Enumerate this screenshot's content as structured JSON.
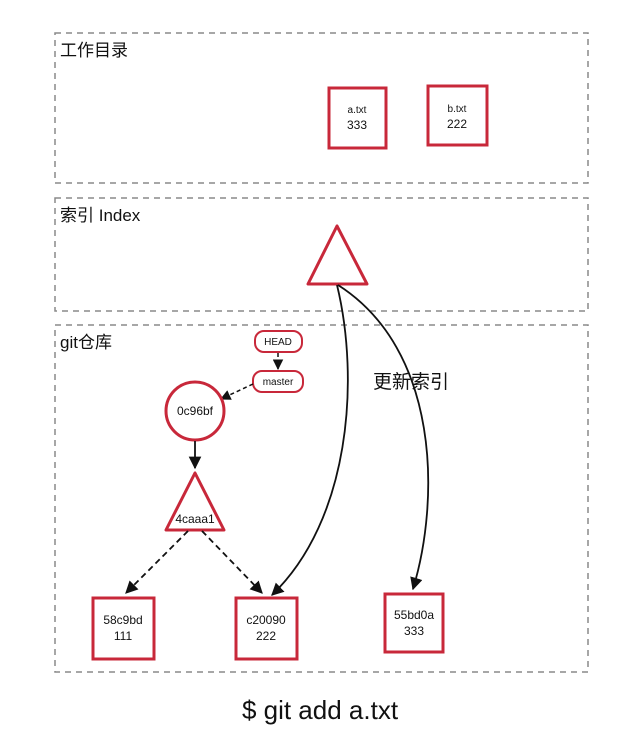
{
  "zones": {
    "working_dir": "工作目录",
    "index": "索引 Index",
    "repo": "git仓库"
  },
  "working_files": [
    {
      "name": "a.txt",
      "value": "333"
    },
    {
      "name": "b.txt",
      "value": "222"
    }
  ],
  "refs": {
    "head": "HEAD",
    "master": "master"
  },
  "commit": "0c96bf",
  "tree": "4caaa1",
  "blobs": [
    {
      "hash": "58c9bd",
      "value": "111"
    },
    {
      "hash": "c20090",
      "value": "222"
    },
    {
      "hash": "55bd0a",
      "value": "333"
    }
  ],
  "update_label": "更新索引",
  "caption": "$ git add a.txt",
  "colors": {
    "node_red": "#c8283a",
    "zone_border": "#8a8a8a",
    "arrow": "#111111"
  }
}
